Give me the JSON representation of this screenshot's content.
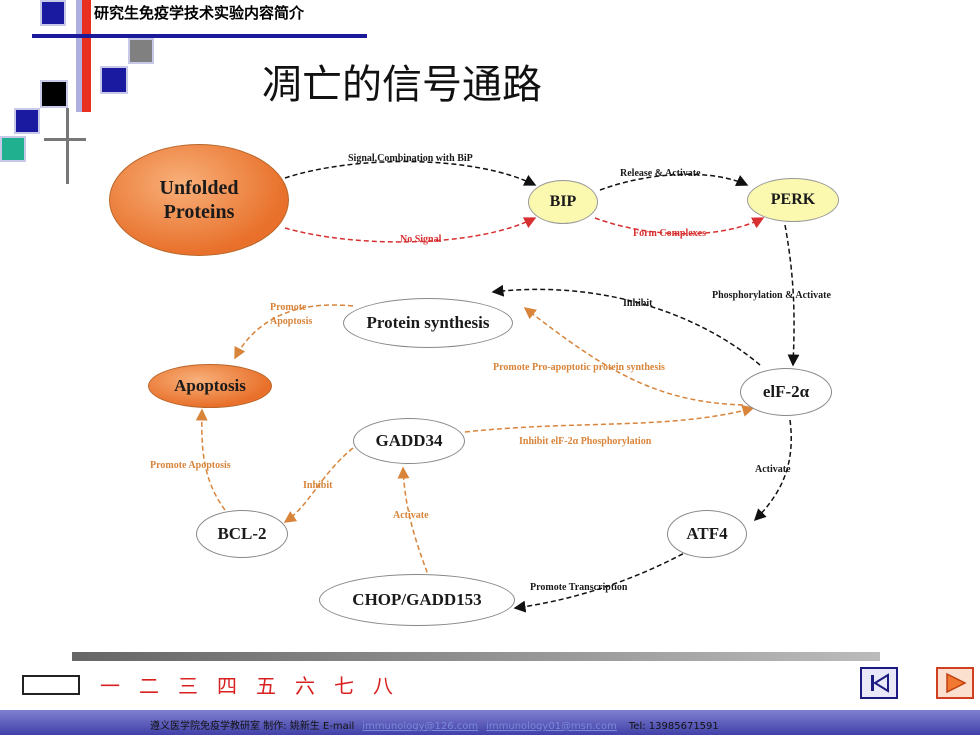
{
  "header": {
    "course_title": "研究生免疫学技术实验内容简介"
  },
  "slide": {
    "title": "凋亡的信号通路"
  },
  "diagram": {
    "nodes": {
      "unfolded": "Unfolded\nProteins",
      "bip": "BIP",
      "perk": "PERK",
      "protein_synthesis": "Protein synthesis",
      "apoptosis": "Apoptosis",
      "eif2a": "elF-2α",
      "gadd34": "GADD34",
      "bcl2": "BCL-2",
      "atf4": "ATF4",
      "chop": "CHOP/GADD153"
    },
    "edges": {
      "signal_bip": "Signal,Combination with BiP",
      "release_activate": "Release & Activate",
      "no_signal": "No Signal",
      "form_complexes": "Form  Complexes",
      "inhibit_protein": "Inhibit",
      "phosphorylation": "Phosphorylation & Activate",
      "promote_apoptosis_1": "Promote",
      "promote_apoptosis_1b": "Apoptosis",
      "promote_pro_apoptotic": "Promote Pro-apoptotic protein synthesis",
      "inhibit_eif": "Inhibit elF-2α Phosphorylation",
      "promote_apoptosis_2": "Promote Apoptosis",
      "inhibit_bcl": "Inhibit",
      "activate_atf4": "Activate",
      "activate_gadd": "Activate",
      "promote_transcription": "Promote Transcription"
    }
  },
  "nav": {
    "numbers": [
      "一",
      "二",
      "三",
      "四",
      "五",
      "六",
      "七",
      "八"
    ],
    "first_icon": "skip-to-first-icon",
    "next_icon": "play-next-icon"
  },
  "footer": {
    "text": "遵义医学院免疫学教研室  制作: 姚新生 E-mail",
    "email1": "immunology@126.com",
    "email2": "immunology01@msn.com",
    "tel": "Tel:  13985671591"
  }
}
